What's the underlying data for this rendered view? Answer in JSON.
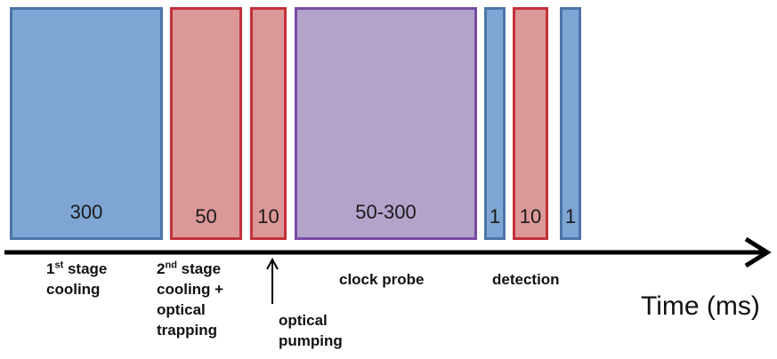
{
  "blocks": [
    {
      "value": "300",
      "color": "#7fa5d3"
    },
    {
      "value": "50",
      "color": "#dc9898"
    },
    {
      "value": "10",
      "color": "#dc9898"
    },
    {
      "value": "50-300",
      "color": "#b3a3cb"
    },
    {
      "value": "1",
      "color": "#7fa5d3"
    },
    {
      "value": "10",
      "color": "#dc9898"
    },
    {
      "value": "1",
      "color": "#7fa5d3"
    }
  ],
  "labels": {
    "first_stage": {
      "ordinal": "1",
      "suffix": "st",
      "line1_rest": " stage",
      "line2": "cooling"
    },
    "second_stage": {
      "ordinal": "2",
      "suffix": "nd",
      "line1_rest": " stage",
      "line2": "cooling +",
      "line3": "optical",
      "line4": "trapping"
    },
    "optical_pumping": {
      "line1": "optical",
      "line2": "pumping"
    },
    "clock_probe": "clock probe",
    "detection": "detection"
  },
  "axis": {
    "label": "Time (ms)"
  }
}
